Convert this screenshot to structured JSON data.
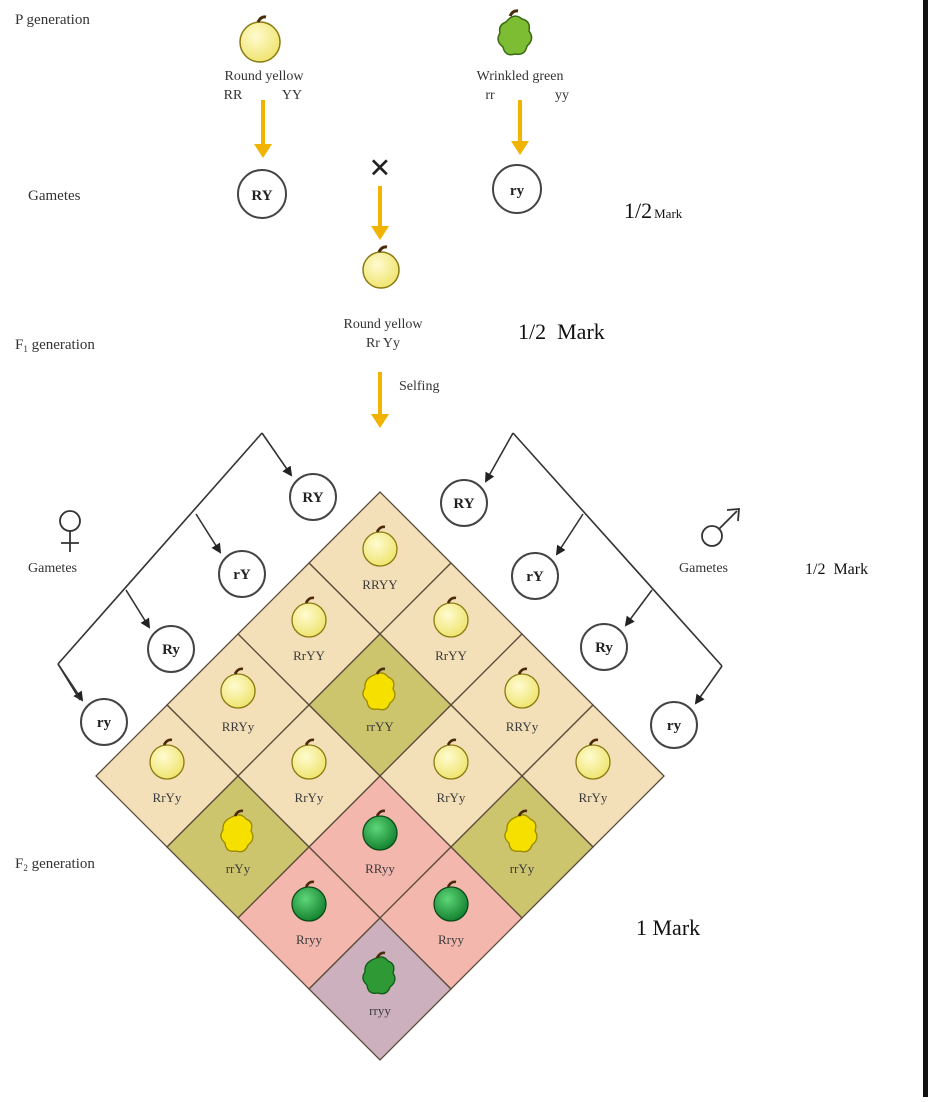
{
  "colors": {
    "arrow": "#f0b400",
    "round_yellow_fill": "#f7f084",
    "wrinkled_yellow_fill": "#f5e000",
    "round_green_fill": "#1e9b3a",
    "wrinkled_green_fill": "#7cbd34",
    "cell_round_yellow": "#f3dfb8",
    "cell_wrinkled_yellow": "#cdc46e",
    "cell_round_green": "#f3b7ae",
    "cell_wrinkled_green": "#ccb0bd"
  },
  "p_generation": {
    "label": "P generation",
    "parent1": {
      "phenotype": "Round yellow",
      "genotype_r": "RR",
      "genotype_y": "YY"
    },
    "parent2": {
      "phenotype": "Wrinkled green",
      "genotype_r": "rr",
      "genotype_y": "yy"
    },
    "cross_symbol": "×"
  },
  "gametes_row": {
    "label": "Gametes",
    "gamete1": "RY",
    "gamete2": "ry",
    "mark": "1/2",
    "mark_unit": "Mark"
  },
  "f1_generation": {
    "label_prefix": "F",
    "label_sub": "1",
    "label_suffix": " generation",
    "phenotype": "Round yellow",
    "genotype": "Rr Yy",
    "mark": "1/2  Mark",
    "selfing": "Selfing"
  },
  "punnett": {
    "female_symbol": "♀",
    "male_symbol": "♂",
    "gametes_label_left": "Gametes",
    "gametes_label_right": "Gametes",
    "right_mark": "1/2  Mark",
    "female_gametes": [
      "RY",
      "rY",
      "Ry",
      "ry"
    ],
    "male_gametes": [
      "RY",
      "rY",
      "Ry",
      "ry"
    ],
    "cells": [
      {
        "g": "RRYY",
        "t": "ry_round"
      },
      {
        "g": "RrYY",
        "t": "ry_round"
      },
      {
        "g": "RrYY",
        "t": "ry_round"
      },
      {
        "g": "RRYy",
        "t": "ry_round"
      },
      {
        "g": "rrYY",
        "t": "wy"
      },
      {
        "g": "RRYy",
        "t": "ry_round"
      },
      {
        "g": "RrYy",
        "t": "ry_round"
      },
      {
        "g": "RrYy",
        "t": "ry_round"
      },
      {
        "g": "RrYy",
        "t": "ry_round"
      },
      {
        "g": "RrYy",
        "t": "ry_round"
      },
      {
        "g": "rrYy",
        "t": "wy"
      },
      {
        "g": "RRyy",
        "t": "rg"
      },
      {
        "g": "rrYy",
        "t": "wy"
      },
      {
        "g": "Rryy",
        "t": "rg"
      },
      {
        "g": "Rryy",
        "t": "rg"
      },
      {
        "g": "rryy",
        "t": "wg"
      }
    ]
  },
  "f2_generation": {
    "label_prefix": "F",
    "label_sub": "2",
    "label_suffix": " generation",
    "mark": "1 Mark"
  }
}
